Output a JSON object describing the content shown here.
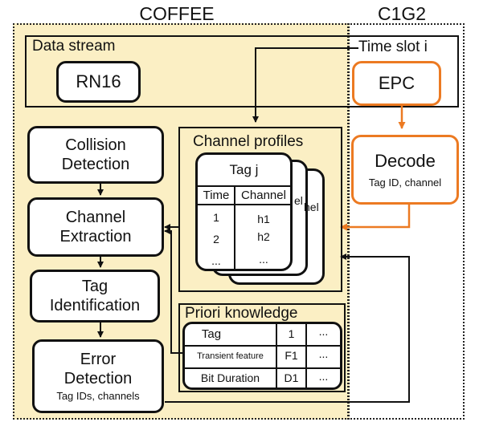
{
  "headers": {
    "coffee": "COFFEE",
    "c1g2": "C1G2"
  },
  "data_stream": {
    "label": "Data stream",
    "rn16": "RN16"
  },
  "time_slot": {
    "label": "Time slot i",
    "epc": "EPC"
  },
  "decode": {
    "title": "Decode",
    "subtitle": "Tag ID, channel"
  },
  "pipeline": {
    "collision": [
      "Collision",
      "Detection"
    ],
    "channel": [
      "Channel",
      "Extraction"
    ],
    "tagid": [
      "Tag",
      "Identification"
    ],
    "error": [
      "Error",
      "Detection"
    ],
    "error_sub": "Tag IDs, channels"
  },
  "channel_profiles": {
    "label": "Channel profiles",
    "card_title": "Tag j",
    "columns": [
      "Time",
      "Channel"
    ],
    "rows": [
      [
        "1",
        "h1"
      ],
      [
        "2",
        "h2"
      ],
      [
        "...",
        "..."
      ]
    ],
    "back_peek": [
      "el",
      "hel"
    ]
  },
  "priori": {
    "label": "Priori knowledge",
    "rows": [
      [
        "Tag",
        "1",
        "..."
      ],
      [
        "Transient feature",
        "F1",
        "..."
      ],
      [
        "Bit Duration",
        "D1",
        "..."
      ]
    ]
  },
  "colors": {
    "coffee_bg": "#fbefc4",
    "accent": "#ec7a22",
    "ink": "#111111"
  }
}
